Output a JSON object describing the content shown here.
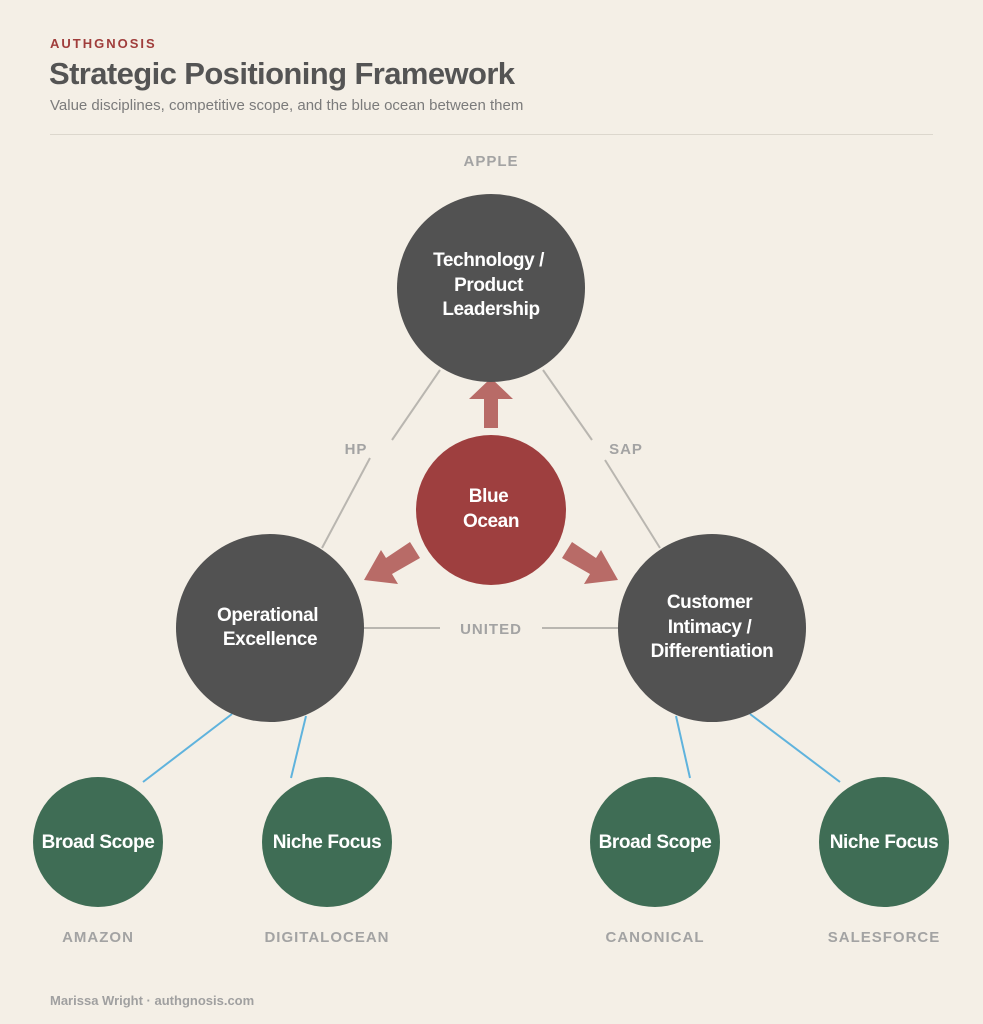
{
  "header": {
    "brand": "AUTHGNOSIS",
    "title": "Strategic Positioning Framework",
    "subtitle": "Value disciplines, competitive scope, and the blue ocean between them"
  },
  "disciplines": {
    "technology": {
      "lines": [
        "Technology /",
        "Product",
        "Leadership"
      ],
      "example": "APPLE"
    },
    "operational": {
      "lines": [
        "Operational",
        "Excellence"
      ]
    },
    "customer": {
      "lines": [
        "Customer",
        "Intimacy /",
        "Differentiation"
      ]
    }
  },
  "center": {
    "lines": [
      "Blue",
      "Ocean"
    ]
  },
  "edge_examples": {
    "technology_operational": "HP",
    "technology_customer": "SAP",
    "operational_customer": "UNITED"
  },
  "scopes": [
    {
      "label": "Broad Scope",
      "example": "AMAZON"
    },
    {
      "label": "Niche Focus",
      "example": "DIGITALOCEAN"
    },
    {
      "label": "Broad Scope",
      "example": "CANONICAL"
    },
    {
      "label": "Niche Focus",
      "example": "SALESFORCE"
    }
  ],
  "footer": "Marissa Wright · authgnosis.com",
  "colors": {
    "background": "#f4efe6",
    "discipline": "#525252",
    "blue_ocean": "#9e3f3f",
    "arrow": "#b86b67",
    "scope": "#3f6d55",
    "scope_link": "#5fb3dd",
    "triangle_edge": "#b9b6b0"
  }
}
